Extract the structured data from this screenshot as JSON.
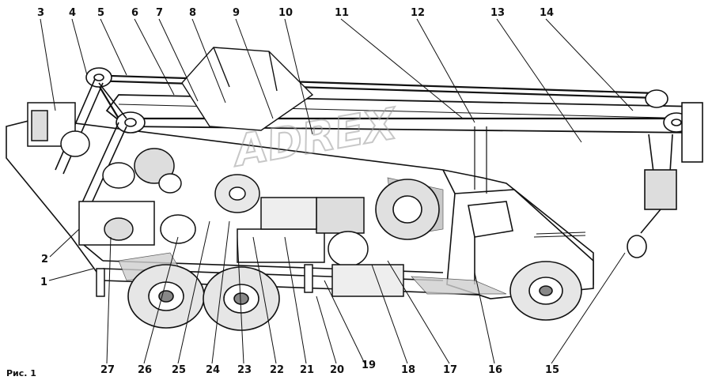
{
  "figure": {
    "caption": "Рис. 1",
    "watermark": "ADREX",
    "callouts_top": [
      "3",
      "4",
      "5",
      "6",
      "7",
      "8",
      "9",
      "10",
      "11",
      "12",
      "13",
      "14"
    ],
    "callouts_left": [
      "2",
      "1"
    ],
    "callouts_bottom": [
      "27",
      "26",
      "25",
      "24",
      "23",
      "22",
      "21",
      "20",
      "19",
      "18",
      "17",
      "16",
      "15"
    ]
  }
}
